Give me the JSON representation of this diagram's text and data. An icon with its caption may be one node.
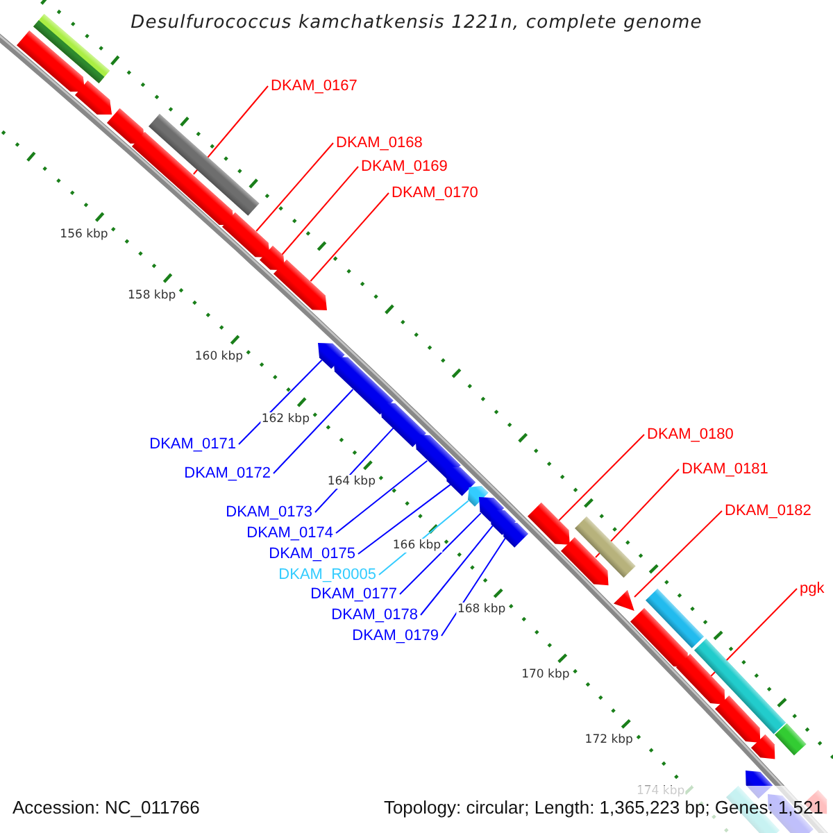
{
  "diagram": {
    "title": "Desulfurococcus kamchatkensis 1221n, complete genome",
    "nodes": [
      {
        "text": [],
        "shape": "bar"
      },
      {
        "text": [],
        "shape": "arrow"
      },
      {
        "text": [],
        "shape": "arrow"
      },
      {
        "text": [],
        "shape": "arrow"
      },
      {
        "text": [],
        "shape": "bar"
      },
      {
        "text": [],
        "shape": "arrow"
      },
      {
        "text": [],
        "shape": "arrow"
      },
      {
        "text": [],
        "shape": "arrow"
      },
      {
        "text": [],
        "shape": "arrow"
      },
      {
        "text": [],
        "shape": "arrow"
      },
      {
        "text": [],
        "shape": "arrow"
      },
      {
        "text": [],
        "shape": "arrow"
      },
      {
        "text": [],
        "shape": "arrow"
      },
      {
        "text": [],
        "shape": "arrow"
      },
      {
        "text": [],
        "shape": "arrow"
      },
      {
        "text": [],
        "shape": "arrow"
      },
      {
        "text": [],
        "shape": "arrow"
      },
      {
        "text": [],
        "shape": "arrow"
      },
      {
        "text": [],
        "shape": "arrow"
      },
      {
        "text": [],
        "shape": "bar"
      },
      {
        "text": [],
        "shape": "arrow"
      },
      {
        "text": [],
        "shape": "triangle"
      },
      {
        "text": [],
        "shape": "bar"
      },
      {
        "text": [],
        "shape": "arrow"
      },
      {
        "text": [],
        "shape": "bar"
      },
      {
        "text": [],
        "shape": "arrow"
      },
      {
        "text": [],
        "shape": "arrow"
      },
      {
        "text": [],
        "shape": "bar"
      },
      {
        "text": [],
        "shape": "arrow"
      },
      {
        "text": [],
        "shape": "arrow"
      },
      {
        "text": [],
        "shape": "bar"
      },
      {
        "text": [],
        "shape": "arrow"
      },
      {
        "text": [],
        "shape": "arrow"
      },
      {
        "text": [
          "DKAM_0167"
        ]
      },
      {
        "text": [
          "DKAM_0168"
        ]
      },
      {
        "text": [
          "DKAM_0169"
        ]
      },
      {
        "text": [
          "DKAM_0170"
        ]
      },
      {
        "text": [
          "DKAM_0171"
        ]
      },
      {
        "text": [
          "DKAM_0172"
        ]
      },
      {
        "text": [
          "DKAM_0173"
        ]
      },
      {
        "text": [
          "DKAM_0174"
        ]
      },
      {
        "text": [
          "DKAM_0175"
        ]
      },
      {
        "text": [
          "DKAM_R0005"
        ]
      },
      {
        "text": [
          "DKAM_0177"
        ]
      },
      {
        "text": [
          "DKAM_0178"
        ]
      },
      {
        "text": [
          "DKAM_0179"
        ]
      },
      {
        "text": [
          "DKAM_0180"
        ]
      },
      {
        "text": [
          "DKAM_0181"
        ]
      },
      {
        "text": [
          "DKAM_0182"
        ]
      },
      {
        "text": [
          "pgk"
        ]
      }
    ],
    "edges": [
      {
        "from": 33,
        "to": 5,
        "arrow": "none"
      },
      {
        "from": 34,
        "to": 6,
        "arrow": "none"
      },
      {
        "from": 35,
        "to": 7,
        "arrow": "none"
      },
      {
        "from": 36,
        "to": 8,
        "arrow": "none"
      },
      {
        "from": 37,
        "to": 9,
        "arrow": "none",
        "color": "#0000ff"
      },
      {
        "from": 38,
        "to": 10,
        "arrow": "none",
        "color": "#0000ff"
      },
      {
        "from": 39,
        "to": 11,
        "arrow": "none",
        "color": "#0000ff"
      },
      {
        "from": 40,
        "to": 12,
        "arrow": "none",
        "color": "#0000ff"
      },
      {
        "from": 41,
        "to": 13,
        "arrow": "none",
        "color": "#0000ff"
      },
      {
        "from": 42,
        "to": 14,
        "arrow": "none",
        "color": "#33ccff"
      },
      {
        "from": 43,
        "to": 15,
        "arrow": "none",
        "color": "#0000ff"
      },
      {
        "from": 44,
        "to": 16,
        "arrow": "none",
        "color": "#0000ff"
      },
      {
        "from": 45,
        "to": 17,
        "arrow": "none",
        "color": "#0000ff"
      },
      {
        "from": 46,
        "to": 18,
        "arrow": "none"
      },
      {
        "from": 47,
        "to": 20,
        "arrow": "none"
      },
      {
        "from": 48,
        "to": 21,
        "arrow": "none"
      },
      {
        "from": 49,
        "to": 25,
        "arrow": "none"
      }
    ],
    "labels": [
      "156 kbp",
      "158 kbp",
      "160 kbp",
      "162 kbp",
      "164 kbp",
      "166 kbp",
      "168 kbp",
      "170 kbp",
      "172 kbp",
      "174 kbp",
      "Accession: NC_011766",
      "Topology: circular; Length: 1,365,223 bp; Genes: 1,521"
    ]
  }
}
